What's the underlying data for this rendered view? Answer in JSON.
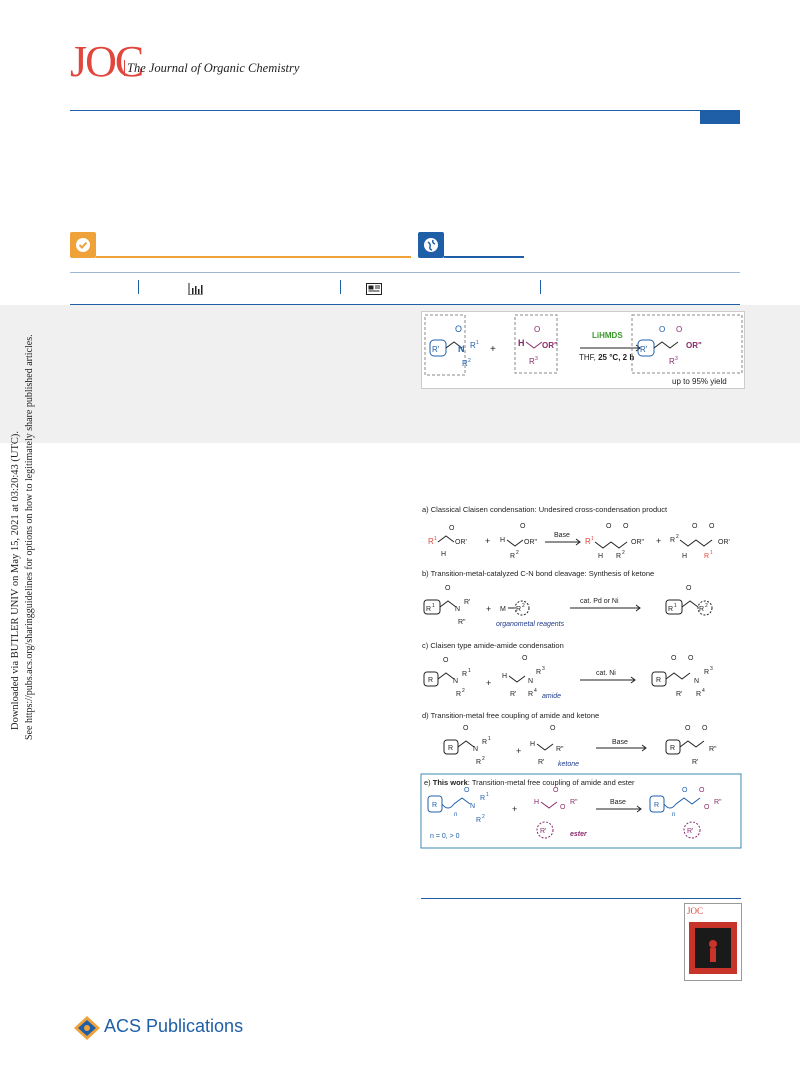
{
  "journal": {
    "logo": "JOC",
    "name": "The Journal of Organic Chemistry"
  },
  "sidebar": {
    "line1": "Downloaded via BUTLER UNIV on May 15, 2021 at 03:20:43 (UTC).",
    "line2": "See https://pubs.acs.org/sharingguidelines for options on how to legitimately share published articles."
  },
  "toc": {
    "reagent": "LiHMDS",
    "conditions_prefix": "THF, ",
    "conditions_bold": "25 °C, 2 h",
    "yield": "up to 95% yield"
  },
  "scheme": {
    "a_title": "a) Classical Claisen condensation: Undesired cross-condensation product",
    "a_reagent": "Base",
    "b_title": "b) Transition-metal-catalyzed C-N bond cleavage: Synthesis of ketone",
    "b_reagent": "cat. Pd or Ni",
    "b_label": "organometal reagents",
    "c_title": "c) Claisen type amide-amide condensation",
    "c_reagent": "cat. Ni",
    "c_label": "amide",
    "d_title": "d) Transition-metal free coupling of amide and ketone",
    "d_reagent": "Base",
    "d_label": "ketone",
    "e_title_bold": "This work",
    "e_title_prefix": "e) ",
    "e_title_rest": ": Transition-metal free coupling of amide and ester",
    "e_reagent": "Base",
    "e_label": "ester",
    "e_n": "n = 0, > 0"
  },
  "publisher": {
    "name": "ACS Publications"
  },
  "colors": {
    "brand_blue": "#1f5fa8",
    "accent_orange": "#f0a23a",
    "joc_red": "#e0463c",
    "reagent_green": "#3a9a2a",
    "purple": "#8a2a6a"
  }
}
